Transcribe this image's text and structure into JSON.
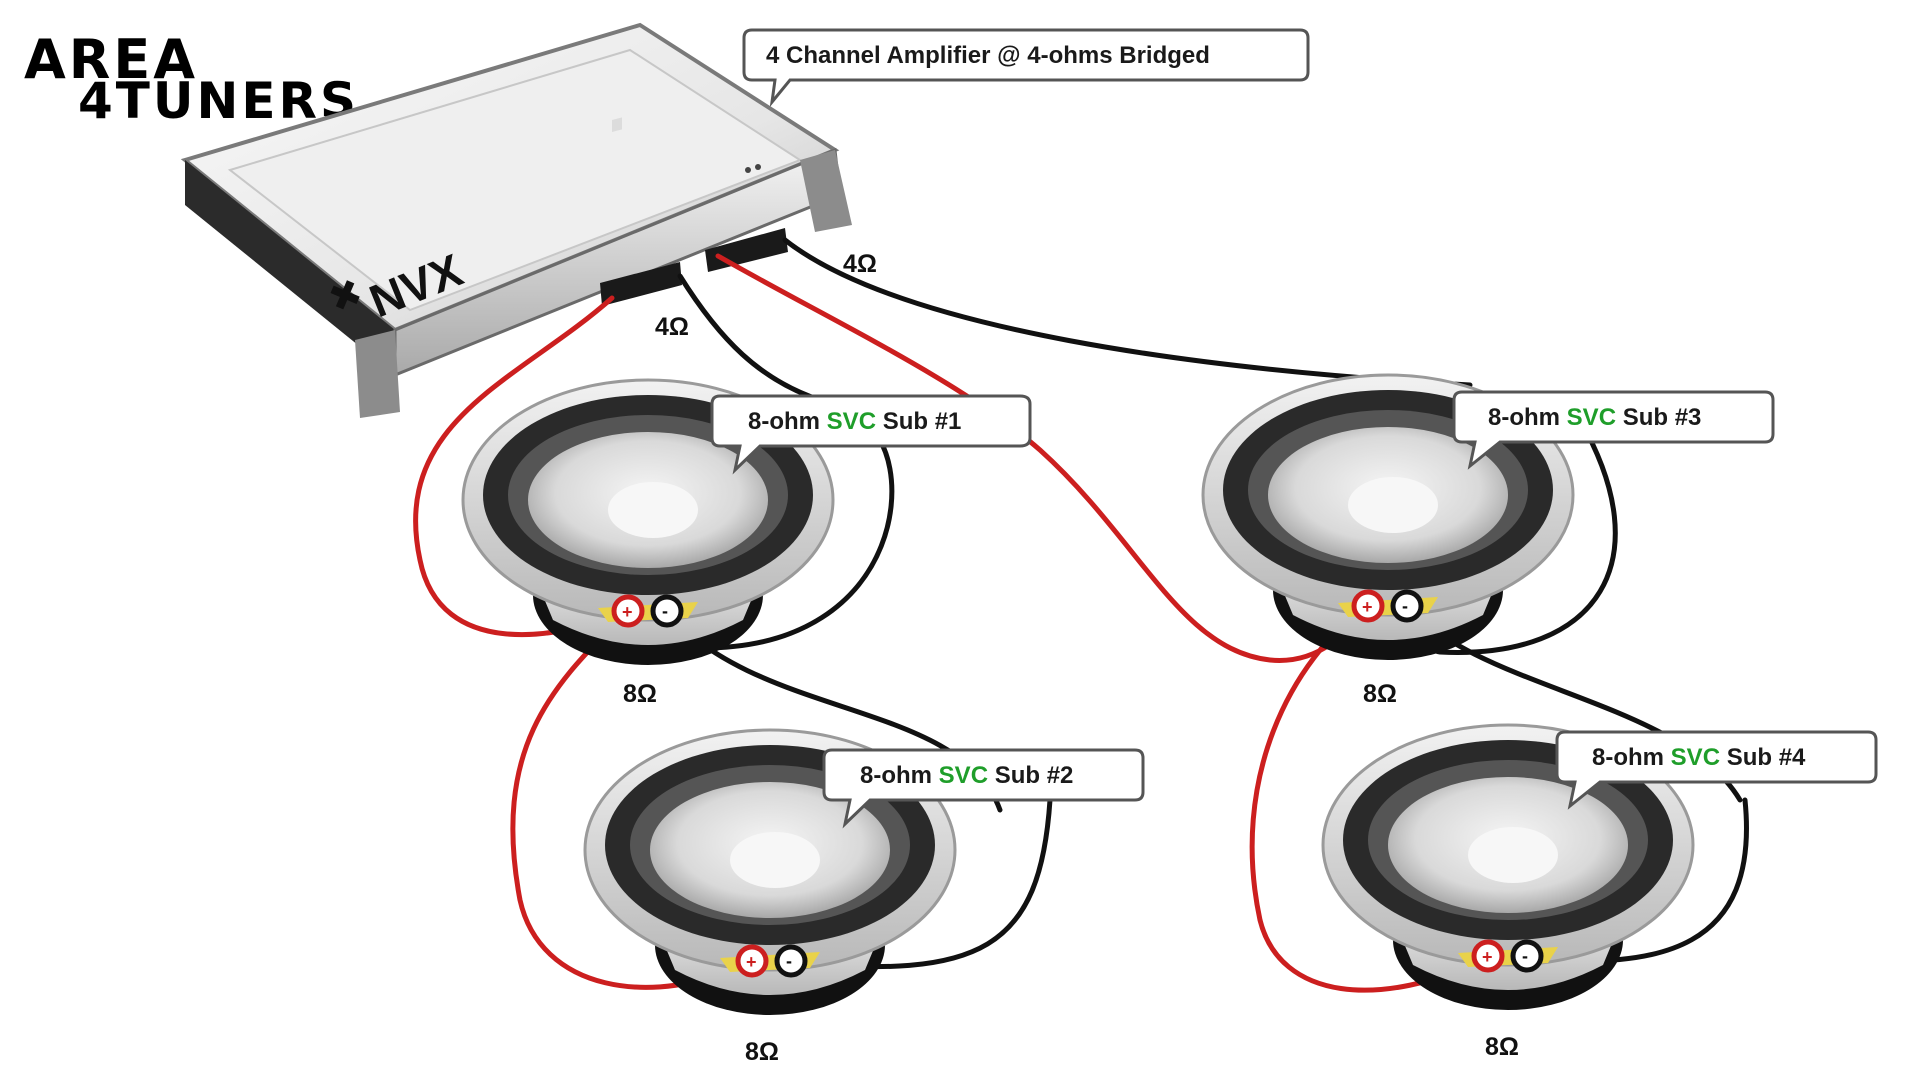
{
  "logo": {
    "line1": "AREA",
    "line2": "4TUNERS"
  },
  "amplifier": {
    "brand": "NVX",
    "callout": "4 Channel Amplifier @ 4-ohms Bridged",
    "channel_left_load": "4Ω",
    "channel_right_load": "4Ω"
  },
  "subs": [
    {
      "label_pre": "8-ohm ",
      "label_svc": "SVC",
      "label_post": " Sub #1",
      "impedance": "8Ω"
    },
    {
      "label_pre": "8-ohm ",
      "label_svc": "SVC",
      "label_post": " Sub #2",
      "impedance": "8Ω"
    },
    {
      "label_pre": "8-ohm ",
      "label_svc": "SVC",
      "label_post": " Sub #3",
      "impedance": "8Ω"
    },
    {
      "label_pre": "8-ohm ",
      "label_svc": "SVC",
      "label_post": " Sub #4",
      "impedance": "8Ω"
    }
  ],
  "colors": {
    "positive_wire": "#cc1f1f",
    "negative_wire": "#111111",
    "svc_text": "#1f9e2a"
  }
}
